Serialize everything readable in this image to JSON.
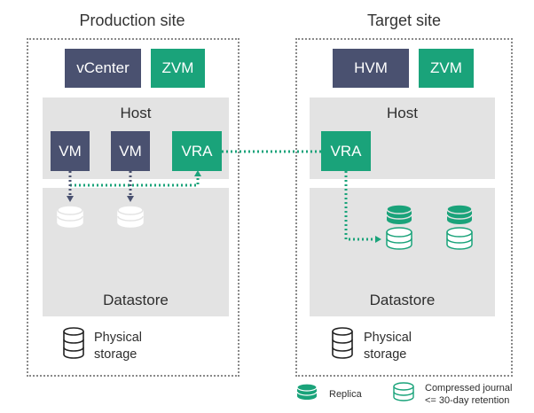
{
  "production": {
    "title": "Production site",
    "top_blocks": [
      "vCenter",
      "ZVM"
    ],
    "host_label": "Host",
    "vms": [
      "VM",
      "VM"
    ],
    "vra": "VRA",
    "datastore": "Datastore",
    "physical_line1": "Physical",
    "physical_line2": "storage"
  },
  "target": {
    "title": "Target site",
    "top_blocks": [
      "HVM",
      "ZVM"
    ],
    "host_label": "Host",
    "vra": "VRA",
    "datastore": "Datastore",
    "physical_line1": "Physical",
    "physical_line2": "storage"
  },
  "legend": {
    "replica": "Replica",
    "journal_line1": "Compressed journal",
    "journal_line2": "<= 30-day retention"
  },
  "colors": {
    "navy": "#4a5170",
    "green": "#1aa37a",
    "panel_gray": "#e3e3e3",
    "border_gray": "#8a8a8a"
  },
  "icons": {
    "disk": "disk-icon",
    "storage": "storage-stack-icon"
  }
}
